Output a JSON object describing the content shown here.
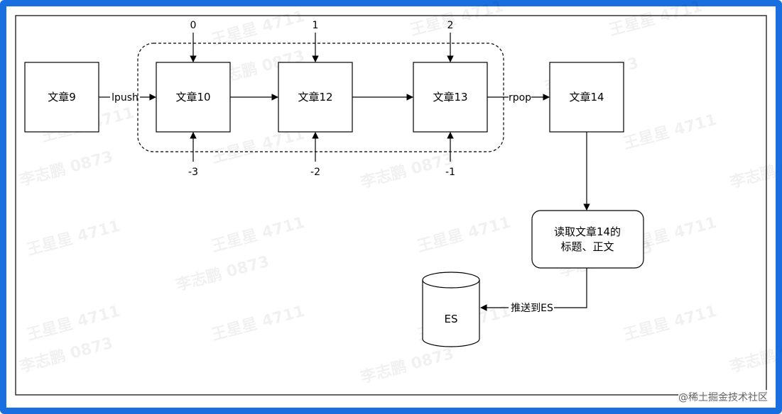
{
  "colors": {
    "frame_border": "#1a6fe0",
    "stroke": "#000000",
    "background": "#ffffff"
  },
  "nodes": {
    "article9": "文章9",
    "article10": "文章10",
    "article12": "文章12",
    "article13": "文章13",
    "article14": "文章14",
    "read_box_line1": "读取文章14的",
    "read_box_line2": "标题、正文",
    "es": "ES"
  },
  "edges": {
    "lpush": "lpush",
    "rpop": "rpop",
    "push_to_es": "推送到ES"
  },
  "indices": {
    "pos0": "0",
    "pos1": "1",
    "pos2": "2",
    "neg3": "-3",
    "neg2": "-2",
    "neg1": "-1"
  },
  "watermarks": {
    "line_a": "王星星 4711",
    "line_b": "李志鹏 0873"
  },
  "credit": "@稀土掘金技术社区"
}
